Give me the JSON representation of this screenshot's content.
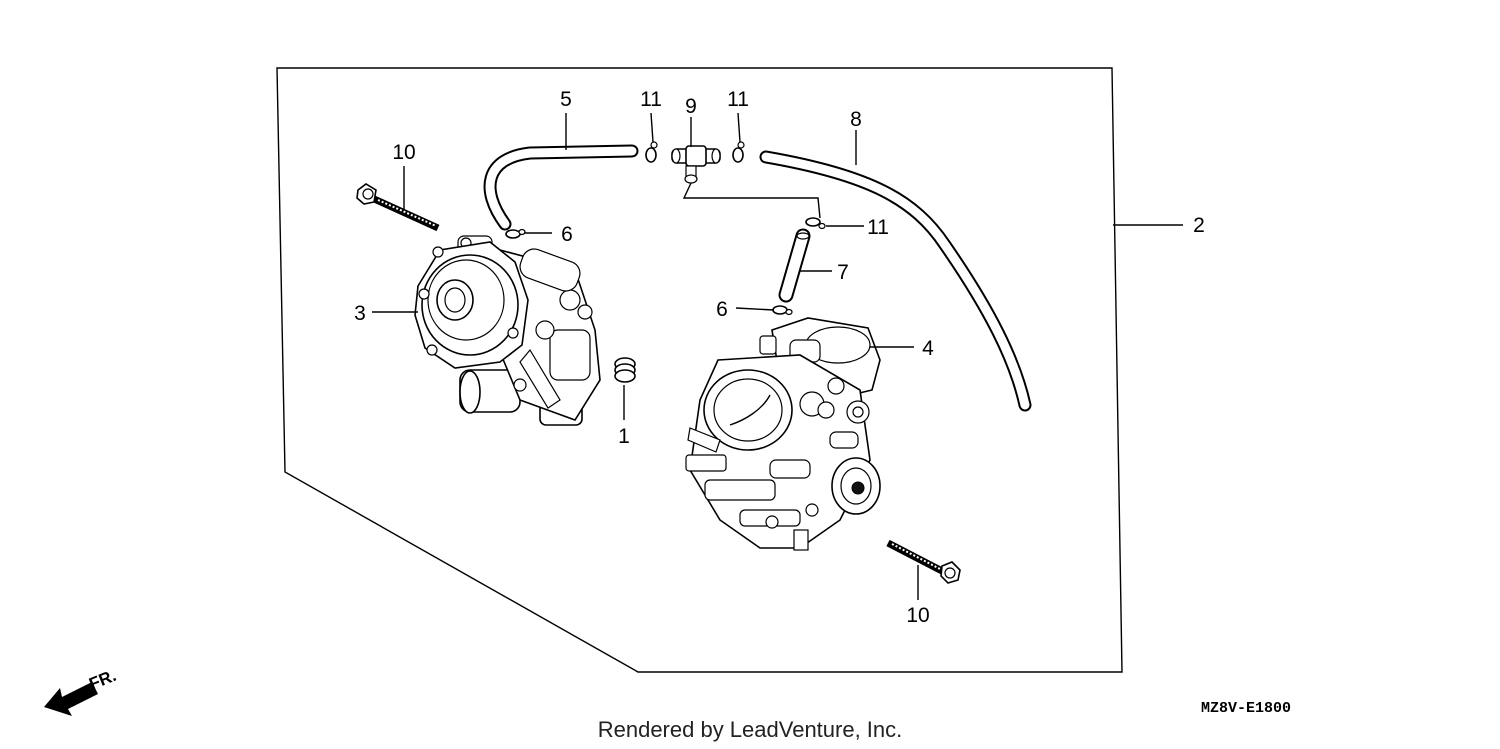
{
  "diagram": {
    "callouts": {
      "c1": "1",
      "c2": "2",
      "c3": "3",
      "c4": "4",
      "c5": "5",
      "c6a": "6",
      "c6b": "6",
      "c7": "7",
      "c8": "8",
      "c9": "9",
      "c10a": "10",
      "c10b": "10",
      "c11a": "11",
      "c11b": "11",
      "c11c": "11"
    },
    "direction_label": "FR.",
    "diagram_code": "MZ8V-E1800",
    "credit": "Rendered by LeadVenture, Inc."
  }
}
